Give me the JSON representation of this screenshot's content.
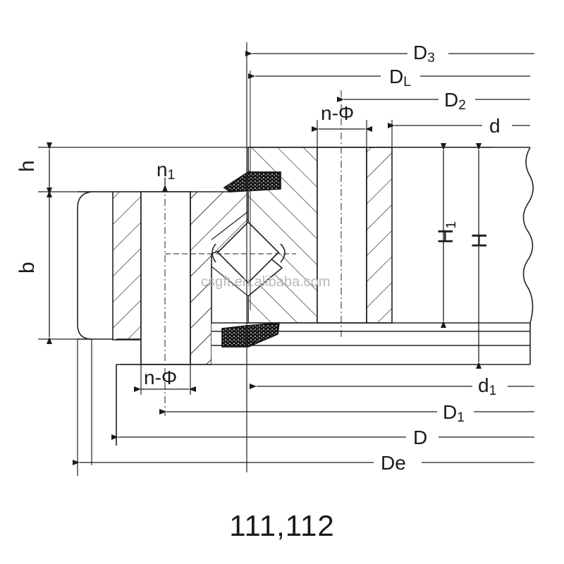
{
  "labels": {
    "D3": {
      "main": "D",
      "sub": "3"
    },
    "DL": {
      "main": "D",
      "sub": "L"
    },
    "D2": {
      "main": "D",
      "sub": "2"
    },
    "d": "d",
    "n_phi_top": "n-Φ",
    "h": "h",
    "n1": {
      "main": "n",
      "sub": "1"
    },
    "b": "b",
    "H1": {
      "main": "H",
      "sub": "1"
    },
    "H": "H",
    "n_phi_bottom": "n-Φ",
    "d1": {
      "main": "d",
      "sub": "1"
    },
    "D1": {
      "main": "D",
      "sub": "1"
    },
    "D": "D",
    "De": "De"
  },
  "watermark": "csgft.en.alibaba.com",
  "caption": "111,112"
}
